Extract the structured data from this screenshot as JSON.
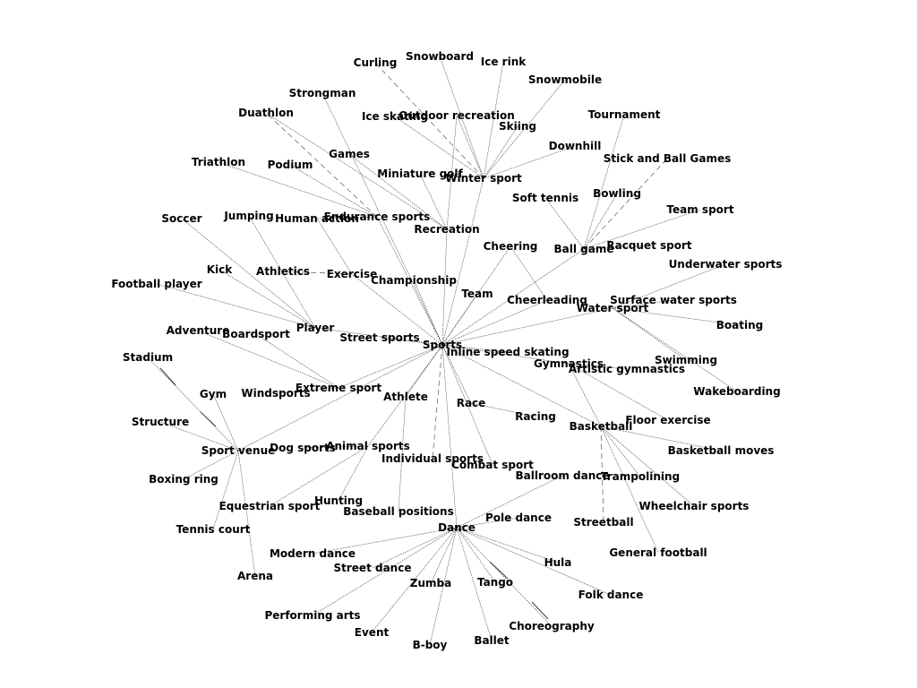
{
  "nodes": [
    {
      "id": "sports",
      "label": "Sports"
    },
    {
      "id": "dance",
      "label": "Dance"
    },
    {
      "id": "winter",
      "label": "Winter sport"
    },
    {
      "id": "ballgame",
      "label": "Ball game"
    },
    {
      "id": "water",
      "label": "Water sport"
    },
    {
      "id": "basketball",
      "label": "Basketball"
    },
    {
      "id": "venue",
      "label": "Sport venue"
    },
    {
      "id": "player",
      "label": "Player"
    },
    {
      "id": "extreme",
      "label": "Extreme sport"
    },
    {
      "id": "endurance",
      "label": "Endurance sports"
    },
    {
      "id": "recreation",
      "label": "Recreation"
    },
    {
      "id": "exercise",
      "label": "Exercise"
    },
    {
      "id": "cheering",
      "label": "Cheering"
    },
    {
      "id": "cheerleading",
      "label": "Cheerleading"
    },
    {
      "id": "gymnastics",
      "label": "Gymnastics"
    },
    {
      "id": "artistic",
      "label": "Artistic gymnastics"
    },
    {
      "id": "curling",
      "label": "Curling"
    },
    {
      "id": "snowboard",
      "label": "Snowboard"
    },
    {
      "id": "icerink",
      "label": "Ice rink"
    },
    {
      "id": "snowmobile",
      "label": "Snowmobile"
    },
    {
      "id": "iceskating",
      "label": "Ice skating"
    },
    {
      "id": "outdoor",
      "label": "Outdoor recreation"
    },
    {
      "id": "skiing",
      "label": "Skiing"
    },
    {
      "id": "downhill",
      "label": "Downhill"
    },
    {
      "id": "strongman",
      "label": "Strongman"
    },
    {
      "id": "duathlon",
      "label": "Duathlon"
    },
    {
      "id": "games",
      "label": "Games"
    },
    {
      "id": "minigolf",
      "label": "Miniature golf"
    },
    {
      "id": "triathlon",
      "label": "Triathlon"
    },
    {
      "id": "podium",
      "label": "Podium"
    },
    {
      "id": "tournament",
      "label": "Tournament"
    },
    {
      "id": "stickball",
      "label": "Stick and Ball Games"
    },
    {
      "id": "softtennis",
      "label": "Soft tennis"
    },
    {
      "id": "bowling",
      "label": "Bowling"
    },
    {
      "id": "teamsport",
      "label": "Team sport"
    },
    {
      "id": "racquet",
      "label": "Racquet sport"
    },
    {
      "id": "soccer",
      "label": "Soccer"
    },
    {
      "id": "jumping",
      "label": "Jumping"
    },
    {
      "id": "humanaction",
      "label": "Human action"
    },
    {
      "id": "kick",
      "label": "Kick"
    },
    {
      "id": "athletics",
      "label": "Athletics"
    },
    {
      "id": "championship",
      "label": "Championship"
    },
    {
      "id": "team",
      "label": "Team"
    },
    {
      "id": "footballplayer",
      "label": "Football player"
    },
    {
      "id": "underwater",
      "label": "Underwater sports"
    },
    {
      "id": "surfacewater",
      "label": "Surface water sports"
    },
    {
      "id": "boating",
      "label": "Boating"
    },
    {
      "id": "adventure",
      "label": "Adventure"
    },
    {
      "id": "boardsport",
      "label": "Boardsport"
    },
    {
      "id": "streetsports",
      "label": "Street sports"
    },
    {
      "id": "inline",
      "label": "Inline speed skating"
    },
    {
      "id": "swimming",
      "label": "Swimming"
    },
    {
      "id": "wakeboarding",
      "label": "Wakeboarding"
    },
    {
      "id": "stadium",
      "label": "Stadium"
    },
    {
      "id": "gym",
      "label": "Gym"
    },
    {
      "id": "windsports",
      "label": "Windsports"
    },
    {
      "id": "athlete",
      "label": "Athlete"
    },
    {
      "id": "race",
      "label": "Race"
    },
    {
      "id": "racing",
      "label": "Racing"
    },
    {
      "id": "floorexercise",
      "label": "Floor exercise"
    },
    {
      "id": "structure",
      "label": "Structure"
    },
    {
      "id": "dogsports",
      "label": "Dog sports"
    },
    {
      "id": "animalsports",
      "label": "Animal sports"
    },
    {
      "id": "basketballmoves",
      "label": "Basketball moves"
    },
    {
      "id": "individual",
      "label": "Individual sports"
    },
    {
      "id": "combat",
      "label": "Combat sport"
    },
    {
      "id": "boxingring",
      "label": "Boxing ring"
    },
    {
      "id": "ballroom",
      "label": "Ballroom dance"
    },
    {
      "id": "trampolining",
      "label": "Trampolining"
    },
    {
      "id": "equestrian",
      "label": "Equestrian sport"
    },
    {
      "id": "hunting",
      "label": "Hunting"
    },
    {
      "id": "wheelchair",
      "label": "Wheelchair sports"
    },
    {
      "id": "baseballpos",
      "label": "Baseball positions"
    },
    {
      "id": "poledance",
      "label": "Pole dance"
    },
    {
      "id": "tennis",
      "label": "Tennis court"
    },
    {
      "id": "streetball",
      "label": "Streetball"
    },
    {
      "id": "generalfootball",
      "label": "General football"
    },
    {
      "id": "modern",
      "label": "Modern dance"
    },
    {
      "id": "streetdance",
      "label": "Street dance"
    },
    {
      "id": "hula",
      "label": "Hula"
    },
    {
      "id": "arena",
      "label": "Arena"
    },
    {
      "id": "zumba",
      "label": "Zumba"
    },
    {
      "id": "tango",
      "label": "Tango"
    },
    {
      "id": "folk",
      "label": "Folk dance"
    },
    {
      "id": "performing",
      "label": "Performing arts"
    },
    {
      "id": "choreography",
      "label": "Choreography"
    },
    {
      "id": "event",
      "label": "Event"
    },
    {
      "id": "ballet",
      "label": "Ballet"
    },
    {
      "id": "bboy",
      "label": "B-boy"
    }
  ],
  "edges": [
    [
      "sports",
      "dance"
    ],
    [
      "sports",
      "winter"
    ],
    [
      "sports",
      "ballgame"
    ],
    [
      "sports",
      "water"
    ],
    [
      "sports",
      "basketball"
    ],
    [
      "sports",
      "venue"
    ],
    [
      "sports",
      "player"
    ],
    [
      "sports",
      "extreme"
    ],
    [
      "sports",
      "endurance"
    ],
    [
      "sports",
      "recreation"
    ],
    [
      "sports",
      "exercise"
    ],
    [
      "sports",
      "cheering"
    ],
    [
      "sports",
      "team"
    ],
    [
      "sports",
      "championship"
    ],
    [
      "sports",
      "streetsports"
    ],
    [
      "sports",
      "inline"
    ],
    [
      "sports",
      "athlete"
    ],
    [
      "sports",
      "race"
    ],
    [
      "sports",
      "individual"
    ],
    [
      "sports",
      "combat"
    ],
    [
      "sports",
      "strongman"
    ],
    [
      "sports",
      "animalsports"
    ],
    [
      "sports",
      "gymnastics"
    ],
    [
      "winter",
      "curling"
    ],
    [
      "winter",
      "snowboard"
    ],
    [
      "winter",
      "icerink"
    ],
    [
      "winter",
      "snowmobile"
    ],
    [
      "winter",
      "iceskating"
    ],
    [
      "winter",
      "outdoor"
    ],
    [
      "winter",
      "skiing"
    ],
    [
      "winter",
      "downhill"
    ],
    [
      "recreation",
      "games"
    ],
    [
      "recreation",
      "minigolf"
    ],
    [
      "recreation",
      "outdoor"
    ],
    [
      "recreation",
      "duathlon"
    ],
    [
      "endurance",
      "triathlon"
    ],
    [
      "endurance",
      "podium"
    ],
    [
      "endurance",
      "duathlon"
    ],
    [
      "endurance",
      "humanaction"
    ],
    [
      "ballgame",
      "tournament"
    ],
    [
      "ballgame",
      "stickball"
    ],
    [
      "ballgame",
      "softtennis"
    ],
    [
      "ballgame",
      "bowling"
    ],
    [
      "ballgame",
      "teamsport"
    ],
    [
      "ballgame",
      "racquet"
    ],
    [
      "player",
      "soccer"
    ],
    [
      "player",
      "kick"
    ],
    [
      "player",
      "footballplayer"
    ],
    [
      "player",
      "jumping"
    ],
    [
      "exercise",
      "athletics"
    ],
    [
      "exercise",
      "humanaction"
    ],
    [
      "cheering",
      "cheerleading"
    ],
    [
      "sports",
      "cheerleading"
    ],
    [
      "water",
      "underwater"
    ],
    [
      "water",
      "surfacewater"
    ],
    [
      "water",
      "boating"
    ],
    [
      "water",
      "swimming"
    ],
    [
      "water",
      "wakeboarding"
    ],
    [
      "extreme",
      "adventure"
    ],
    [
      "extreme",
      "boardsport"
    ],
    [
      "extreme",
      "windsports"
    ],
    [
      "gymnastics",
      "artistic"
    ],
    [
      "gymnastics",
      "floorexercise"
    ],
    [
      "gymnastics",
      "basketball"
    ],
    [
      "race",
      "racing"
    ],
    [
      "basketball",
      "basketballmoves"
    ],
    [
      "basketball",
      "trampolining"
    ],
    [
      "basketball",
      "wheelchair"
    ],
    [
      "basketball",
      "streetball"
    ],
    [
      "basketball",
      "generalfootball"
    ],
    [
      "venue",
      "stadium"
    ],
    [
      "venue",
      "gym"
    ],
    [
      "venue",
      "structure"
    ],
    [
      "venue",
      "boxingring"
    ],
    [
      "venue",
      "tennis"
    ],
    [
      "venue",
      "arena"
    ],
    [
      "animalsports",
      "dogsports"
    ],
    [
      "animalsports",
      "equestrian"
    ],
    [
      "animalsports",
      "hunting"
    ],
    [
      "athlete",
      "baseballpos"
    ],
    [
      "dance",
      "ballroom"
    ],
    [
      "dance",
      "poledance"
    ],
    [
      "dance",
      "modern"
    ],
    [
      "dance",
      "streetdance"
    ],
    [
      "dance",
      "hula"
    ],
    [
      "dance",
      "zumba"
    ],
    [
      "dance",
      "tango"
    ],
    [
      "dance",
      "folk"
    ],
    [
      "dance",
      "performing"
    ],
    [
      "dance",
      "choreography"
    ],
    [
      "dance",
      "event"
    ],
    [
      "dance",
      "ballet"
    ],
    [
      "dance",
      "bboy"
    ]
  ]
}
